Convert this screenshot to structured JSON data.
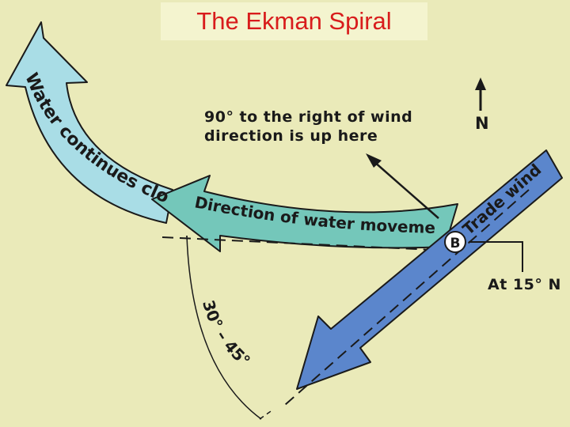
{
  "title": "The Ekman Spiral",
  "labels": {
    "water_continues": "Water continues clockwise",
    "water_movement": "Direction of water movement",
    "trade_wind": "Trade wind",
    "right_of_wind_line1": "90° to the right of wind",
    "right_of_wind_line2": "direction is up here",
    "north": "N",
    "point": "B",
    "latitude": "At 15° N",
    "angle": "30° – 45°"
  },
  "colors": {
    "background": "#eaeab9",
    "title_box": "#f4f4cf",
    "title_text": "#d81c1c",
    "trade_wind_arrow": "#5b86cc",
    "water_arrow": "#74c7ba",
    "continues_arrow": "#a9dde6"
  }
}
